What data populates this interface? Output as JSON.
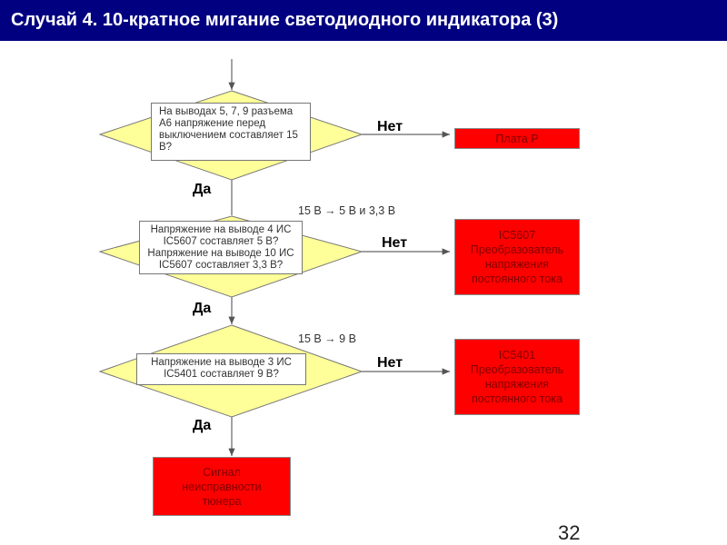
{
  "title": "Случай 4. 10-кратное мигание светодиодного индикатора (3)",
  "page_number": "32",
  "colors": {
    "title_bg": "#000080",
    "decision_fill": "#ffff99",
    "terminal_fill": "#ff0000",
    "terminal_text": "#800000"
  },
  "decisions": [
    {
      "question": "На выводах 5, 7, 9 разъема А6 напряжение перед выключением составляет 15 В?",
      "no_label": "Нет",
      "yes_label": "Да"
    },
    {
      "question": "Напряжение на выводе 4 ИС IC5607 составляет 5 В? Напряжение на выводе 10 ИС IC5607 составляет 3,3 В?",
      "no_label": "Нет",
      "yes_label": "Да",
      "note": "15 В → 5 В и 3,3 В"
    },
    {
      "question": "Напряжение на выводе 3 ИС IC5401 составляет 9 В?",
      "no_label": "Нет",
      "yes_label": "Да",
      "note": "15 В → 9 В"
    }
  ],
  "results": [
    "Плата Р",
    "IC5607 Преобразователь напряжения постоянного тока",
    "IC5401 Преобразователь напряжения постоянного тока",
    "Сигнал неисправности тюнера"
  ]
}
